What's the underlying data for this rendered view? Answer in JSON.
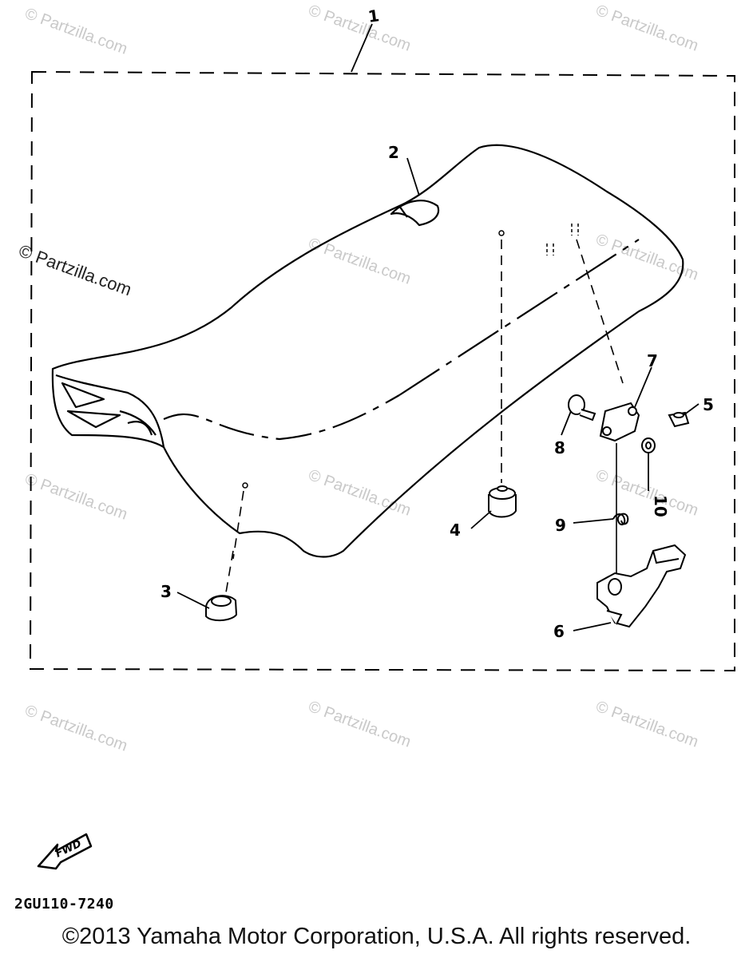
{
  "watermark": "© Partzilla.com",
  "callouts": [
    "1",
    "2",
    "3",
    "4",
    "5",
    "6",
    "7",
    "8",
    "9",
    "10"
  ],
  "fwd_label": "FWD",
  "diagram_code": "2GU110-7240",
  "copyright": "©2013 Yamaha Motor Corporation, U.S.A. All rights reserved."
}
